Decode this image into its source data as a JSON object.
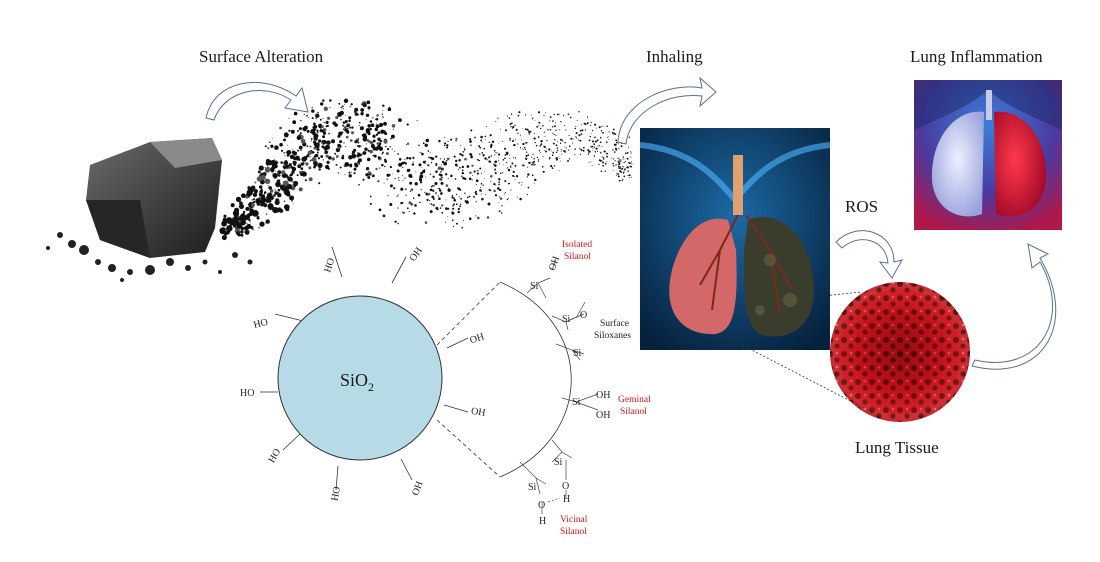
{
  "labels": {
    "surface_alteration": "Surface Alteration",
    "inhaling": "Inhaling",
    "lung_inflammation": "Lung Inflammation",
    "ros": "ROS",
    "lung_tissue": "Lung Tissue"
  },
  "particle": {
    "core": "SiO",
    "core_sub": "2",
    "groups": {
      "hydroxyl": "HO",
      "hydroxyl_r": "OH",
      "si": "Si",
      "o": "O",
      "h": "H"
    },
    "silanols": {
      "isolated": [
        "Isolated",
        "Silanol"
      ],
      "surface": [
        "Surface",
        "Siloxanes"
      ],
      "geminal": [
        "Geminal",
        "Silanol"
      ],
      "vicinal": [
        "Vicinal",
        "Silanol"
      ]
    }
  },
  "colors": {
    "particle_fill": "#b6dbe7",
    "arrow_stroke": "#5a6f92",
    "accent_red": "#e01010",
    "lung_bg": "#0a2d4e",
    "tissue": "#c0121a"
  },
  "icons": {
    "coal": "coal-rock-image",
    "dust": "dust-cloud-image",
    "lungs": "lungs-image",
    "inflamed": "inflamed-lungs-image",
    "tissue": "lung-tissue-image"
  }
}
